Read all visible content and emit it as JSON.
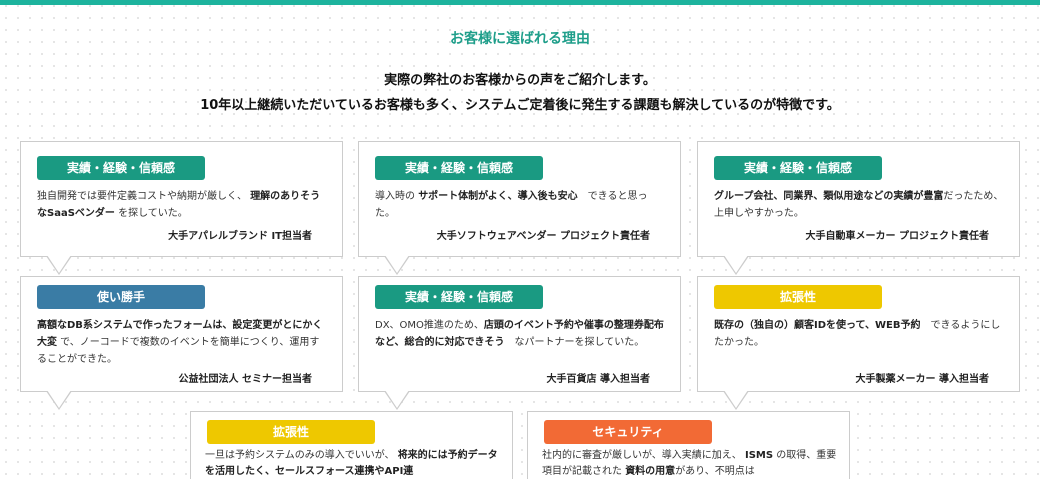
{
  "header": {
    "title": "お客様に選ばれる理由",
    "intro_line1": "実際の弊社のお客様からの声をご紹介します。",
    "intro_line2": "10年以上継続いただいているお客様も多く、システムご定着後に発生する課題も解決しているのが特徴です。"
  },
  "colors": {
    "accent": "#1db39d",
    "tag_green": "#1a9a82",
    "tag_blue": "#3a7ca5",
    "tag_yellow": "#eec800",
    "tag_orange": "#f26a35"
  },
  "cards": [
    {
      "tag": "実績・経験・信頼感",
      "color": "#1a9a82",
      "body": [
        {
          "t": "独自開発では要件定義コストや納期が厳しく、 ",
          "b": false
        },
        {
          "t": "理解のありそうなSaaSベンダー",
          "b": true
        },
        {
          "t": " を探していた。",
          "b": false
        }
      ],
      "author": "大手アパレルブランド IT担当者"
    },
    {
      "tag": "実績・経験・信頼感",
      "color": "#1a9a82",
      "body": [
        {
          "t": "導入時の ",
          "b": false
        },
        {
          "t": "サポート体制がよく、導入後も安心",
          "b": true
        },
        {
          "t": "　できると思った。",
          "b": false
        }
      ],
      "author": "大手ソフトウェアベンダー プロジェクト責任者"
    },
    {
      "tag": "実績・経験・信頼感",
      "color": "#1a9a82",
      "body": [
        {
          "t": "グループ会社、同業界、類似用途などの実績が豊富",
          "b": true
        },
        {
          "t": "だったため、上申しやすかった。",
          "b": false
        }
      ],
      "author": "大手自動車メーカー プロジェクト責任者"
    },
    {
      "tag": "使い勝手",
      "color": "#3a7ca5",
      "body": [
        {
          "t": "高額なDB系システムで作ったフォームは、設定変更がとにかく大変",
          "b": true
        },
        {
          "t": " で、ノーコードで複数のイベントを簡単につくり、運用することができた。",
          "b": false
        }
      ],
      "author": "公益社団法人 セミナー担当者"
    },
    {
      "tag": "実績・経験・信頼感",
      "color": "#1a9a82",
      "body": [
        {
          "t": "DX、OMO推進のため、",
          "b": false
        },
        {
          "t": "店頭のイベント予約や催事の整理券配布など、総合的に対応できそう",
          "b": true
        },
        {
          "t": "　なパートナーを探していた。",
          "b": false
        }
      ],
      "author": "大手百貨店 導入担当者"
    },
    {
      "tag": "拡張性",
      "color": "#eec800",
      "body": [
        {
          "t": "既存の（独自の）顧客IDを使って、WEB予約",
          "b": true
        },
        {
          "t": "　できるようにしたかった。",
          "b": false
        }
      ],
      "author": "大手製薬メーカー 導入担当者"
    },
    {
      "tag": "拡張性",
      "color": "#eec800",
      "body": [
        {
          "t": "一旦は予約システムのみの導入でいいが、 ",
          "b": false
        },
        {
          "t": "将来的には予約データを活用したく、セールスフォース連携やAPI連",
          "b": true
        }
      ],
      "author": ""
    },
    {
      "tag": "セキュリティ",
      "color": "#f26a35",
      "body": [
        {
          "t": "社内的に審査が厳しいが、導入実績に加え、 ",
          "b": false
        },
        {
          "t": "ISMS",
          "b": true
        },
        {
          "t": " の取得、重要項目が記載された ",
          "b": false
        },
        {
          "t": "資料の用意",
          "b": true
        },
        {
          "t": "があり、不明点は",
          "b": false
        }
      ],
      "author": ""
    }
  ]
}
